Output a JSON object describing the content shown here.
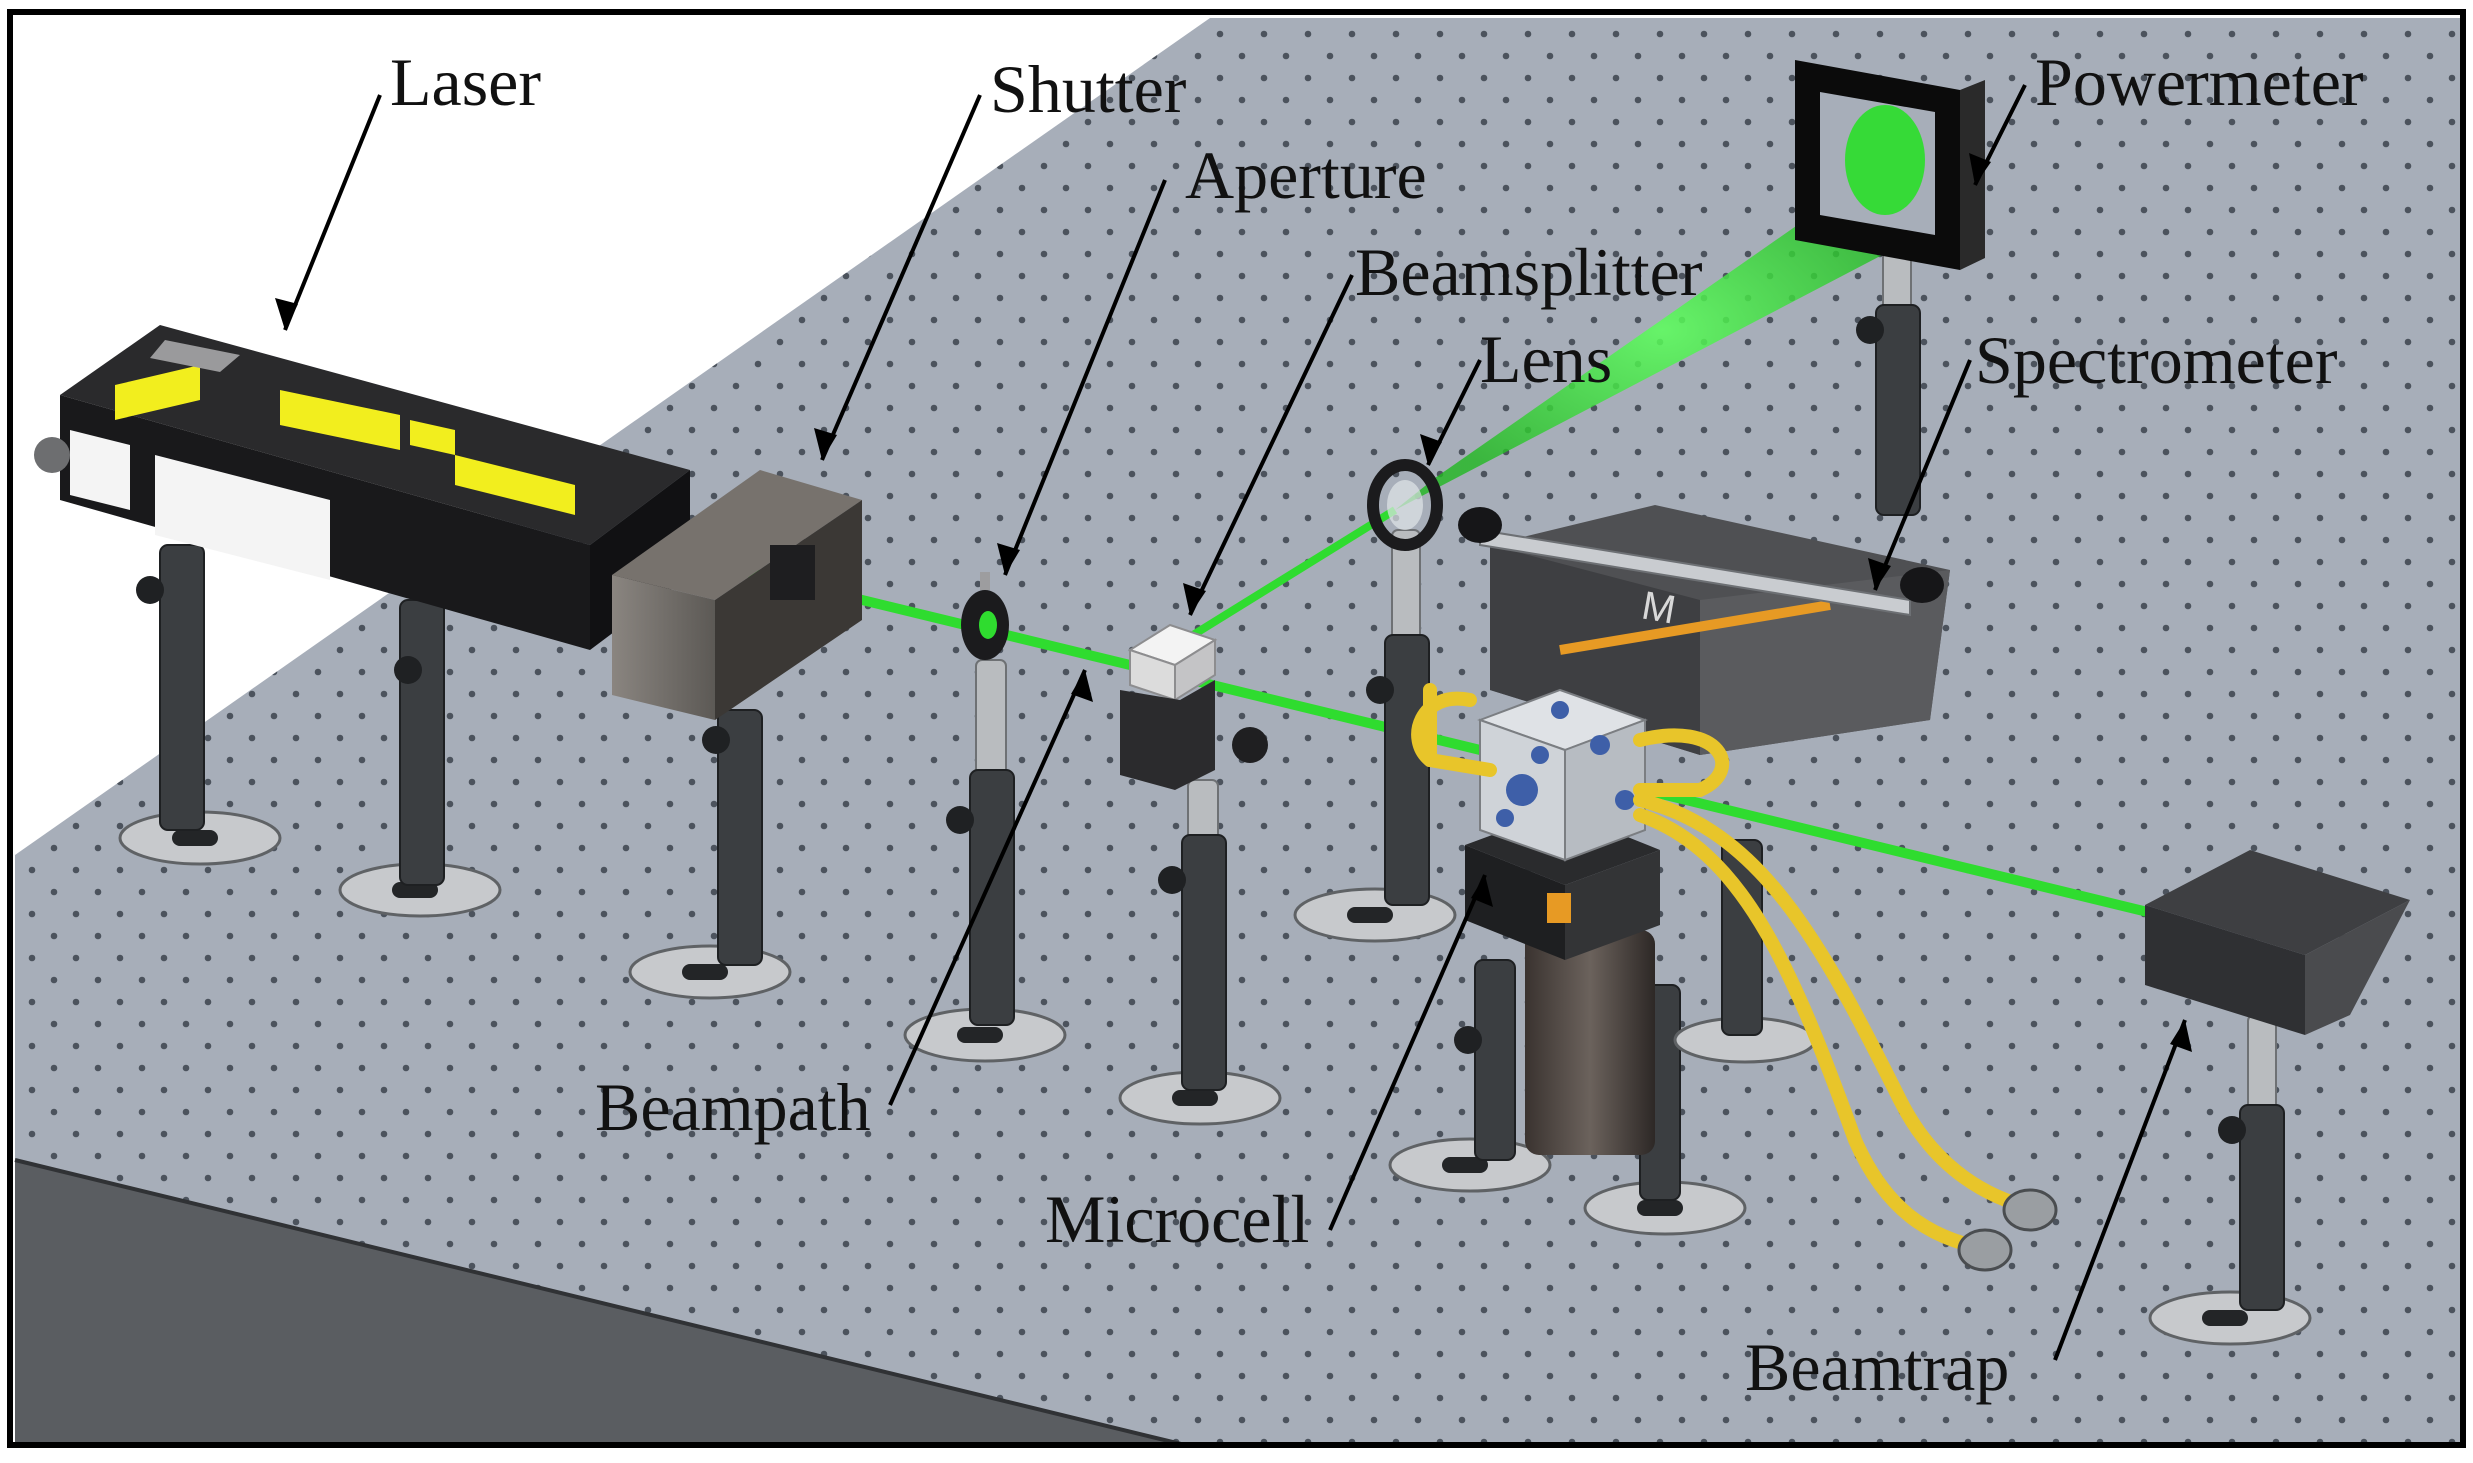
{
  "labels": {
    "laser": "Laser",
    "shutter": "Shutter",
    "aperture": "Aperture",
    "beamsplitter": "Beamsplitter",
    "lens": "Lens",
    "powermeter": "Powermeter",
    "spectrometer": "Spectrometer",
    "beampath": "Beampath",
    "microcell": "Microcell",
    "beamtrap": "Beamtrap"
  },
  "colors": {
    "table_top": "#a7aeb9",
    "table_hole": "#4c535d",
    "table_edge": "#5a5d61",
    "beam": "#2fdc2f",
    "laser_body": "#1c1c1e",
    "laser_panel": "#f2ee1e",
    "tubing": "#e8c52a",
    "frame": "#000000"
  }
}
